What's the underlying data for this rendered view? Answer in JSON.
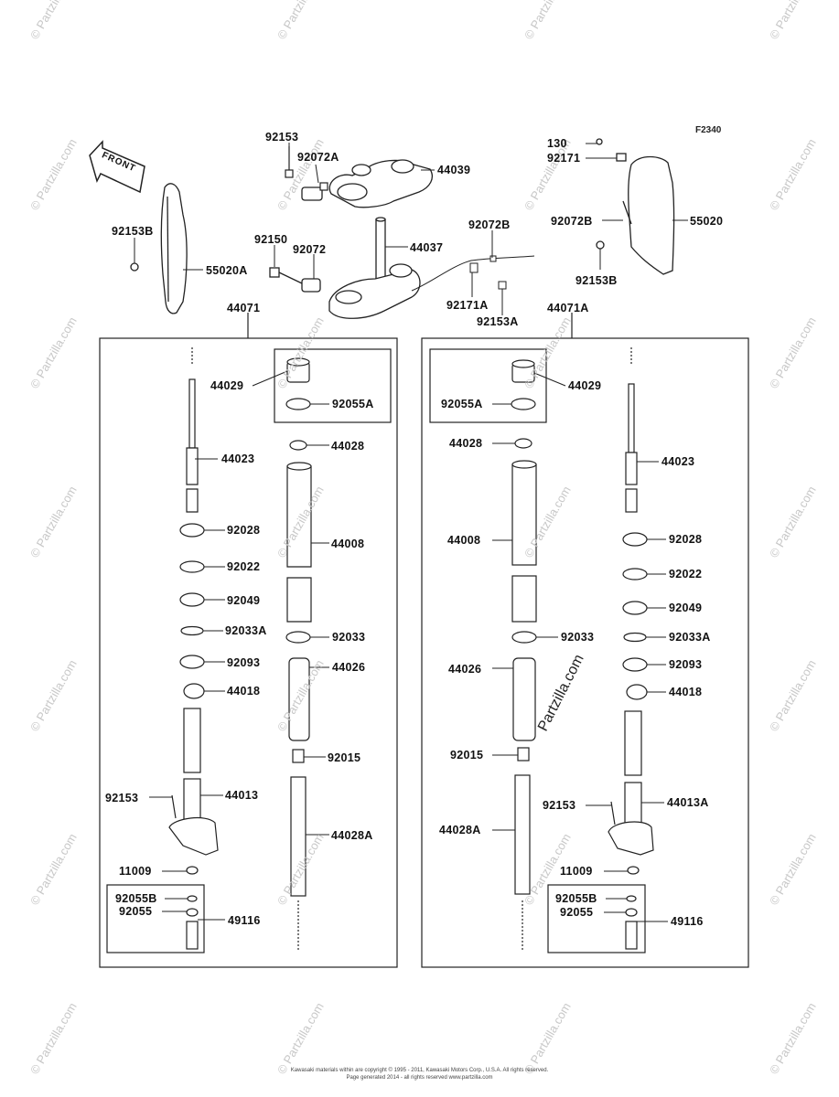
{
  "figure_code": "F2340",
  "front_arrow_label": "FRONT",
  "labels": {
    "p130": "130",
    "p92153_top": "92153",
    "p92072A": "92072A",
    "p44039": "44039",
    "p92171": "92171",
    "p92153B_left": "92153B",
    "p55020A": "55020A",
    "p92150": "92150",
    "p92072": "92072",
    "p44037": "44037",
    "p92072B_mid": "92072B",
    "p92072B_right": "92072B",
    "p55020": "55020",
    "p92153B_right": "92153B",
    "p92171A": "92171A",
    "p92153A": "92153A",
    "p44071": "44071",
    "p44071A": "44071A",
    "L_44029": "44029",
    "L_92055A": "92055A",
    "L_44028": "44028",
    "L_44023": "44023",
    "L_44008": "44008",
    "L_92028": "92028",
    "L_92022": "92022",
    "L_92049": "92049",
    "L_92033A": "92033A",
    "L_92033": "92033",
    "L_92093": "92093",
    "L_44026": "44026",
    "L_44018": "44018",
    "L_92015": "92015",
    "L_92153": "92153",
    "L_44013": "44013",
    "L_44028A": "44028A",
    "L_11009": "11009",
    "L_92055B": "92055B",
    "L_92055": "92055",
    "L_49116": "49116",
    "R_44029": "44029",
    "R_92055A": "92055A",
    "R_44028": "44028",
    "R_44023": "44023",
    "R_44008": "44008",
    "R_92028": "92028",
    "R_92022": "92022",
    "R_92049": "92049",
    "R_92033": "92033",
    "R_92033A": "92033A",
    "R_92093": "92093",
    "R_44026": "44026",
    "R_44018": "44018",
    "R_92015": "92015",
    "R_92153": "92153",
    "R_44013A": "44013A",
    "R_44028A": "44028A",
    "R_11009": "11009",
    "R_92055B": "92055B",
    "R_92055": "92055",
    "R_49116": "49116"
  },
  "watermark_text": "© Partzilla.com",
  "center_watermark": "Partzilla.com",
  "copyright_line1": "Kawasaki materials within are copyright © 1995 - 2011, Kawasaki Motors Corp., U.S.A. All rights reserved.",
  "copyright_line2": "Page generated 2014 - all rights reserved www.partzilla.com"
}
